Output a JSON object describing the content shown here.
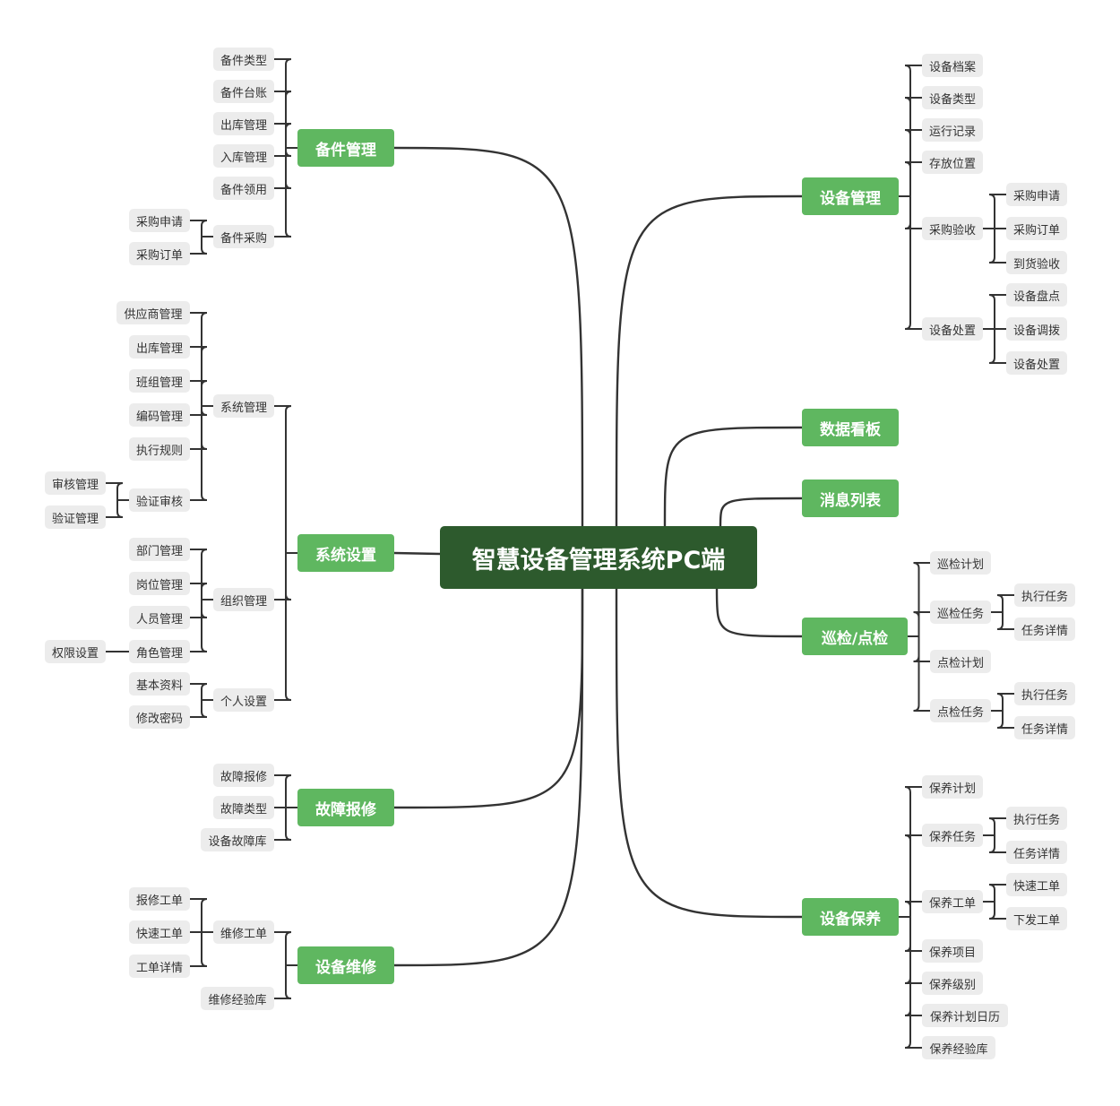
{
  "central": "智慧设备管理系统PC端",
  "branches": [
    {
      "label": "备件管理",
      "children": [
        {
          "label": "备件类型"
        },
        {
          "label": "备件台账"
        },
        {
          "label": "出库管理"
        },
        {
          "label": "入库管理"
        },
        {
          "label": "备件领用"
        },
        {
          "label": "备件采购",
          "children": [
            {
              "label": "采购申请"
            },
            {
              "label": "采购订单"
            }
          ]
        }
      ]
    },
    {
      "label": "系统设置",
      "children": [
        {
          "label": "系统管理",
          "children": [
            {
              "label": "供应商管理"
            },
            {
              "label": "出库管理"
            },
            {
              "label": "班组管理"
            },
            {
              "label": "编码管理"
            },
            {
              "label": "执行规则"
            },
            {
              "label": "验证审核",
              "children": [
                {
                  "label": "审核管理"
                },
                {
                  "label": "验证管理"
                }
              ]
            }
          ]
        },
        {
          "label": "组织管理",
          "children": [
            {
              "label": "部门管理"
            },
            {
              "label": "岗位管理"
            },
            {
              "label": "人员管理"
            },
            {
              "label": "角色管理",
              "children": [
                {
                  "label": "权限设置"
                }
              ]
            }
          ]
        },
        {
          "label": "个人设置",
          "children": [
            {
              "label": "基本资料"
            },
            {
              "label": "修改密码"
            }
          ]
        }
      ]
    },
    {
      "label": "故障报修",
      "children": [
        {
          "label": "故障报修"
        },
        {
          "label": "故障类型"
        },
        {
          "label": "设备故障库"
        }
      ]
    },
    {
      "label": "设备维修",
      "children": [
        {
          "label": "维修工单",
          "children": [
            {
              "label": "报修工单"
            },
            {
              "label": "快速工单"
            },
            {
              "label": "工单详情"
            }
          ]
        },
        {
          "label": "维修经验库"
        }
      ]
    },
    {
      "label": "设备管理",
      "children": [
        {
          "label": "设备档案"
        },
        {
          "label": "设备类型"
        },
        {
          "label": "运行记录"
        },
        {
          "label": "存放位置"
        },
        {
          "label": "采购验收",
          "children": [
            {
              "label": "采购申请"
            },
            {
              "label": "采购订单"
            },
            {
              "label": "到货验收"
            }
          ]
        },
        {
          "label": "设备处置",
          "children": [
            {
              "label": "设备盘点"
            },
            {
              "label": "设备调拨"
            },
            {
              "label": "设备处置"
            }
          ]
        }
      ]
    },
    {
      "label": "数据看板"
    },
    {
      "label": "消息列表"
    },
    {
      "label": "巡检/点检",
      "children": [
        {
          "label": "巡检计划"
        },
        {
          "label": "巡检任务",
          "children": [
            {
              "label": "执行任务"
            },
            {
              "label": "任务详情"
            }
          ]
        },
        {
          "label": "点检计划"
        },
        {
          "label": "点检任务",
          "children": [
            {
              "label": "执行任务"
            },
            {
              "label": "任务详情"
            }
          ]
        }
      ]
    },
    {
      "label": "设备保养",
      "children": [
        {
          "label": "保养计划"
        },
        {
          "label": "保养任务",
          "children": [
            {
              "label": "执行任务"
            },
            {
              "label": "任务详情"
            }
          ]
        },
        {
          "label": "保养工单",
          "children": [
            {
              "label": "快速工单"
            },
            {
              "label": "下发工单"
            }
          ]
        },
        {
          "label": "保养项目"
        },
        {
          "label": "保养级别"
        },
        {
          "label": "保养计划日历"
        },
        {
          "label": "保养经验库"
        }
      ]
    }
  ],
  "colors": {
    "root": "#2d5a2d",
    "branch": "#5fb760",
    "leaf": "#ececec",
    "line": "#333333"
  }
}
